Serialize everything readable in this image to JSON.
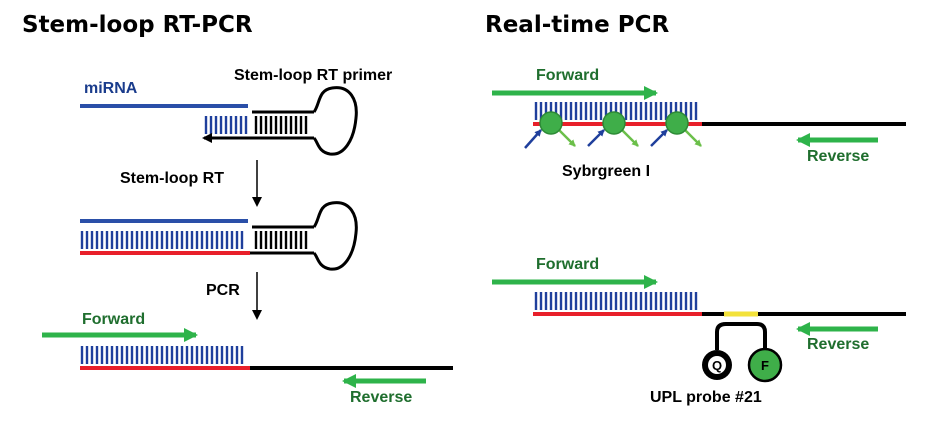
{
  "titles": {
    "left": "Stem-loop RT-PCR",
    "right": "Real-time PCR"
  },
  "labels": {
    "mirna": "miRNA",
    "stem_loop_rt_primer": "Stem-loop RT primer",
    "stem_loop_rt": "Stem-loop RT",
    "pcr": "PCR",
    "forward": "Forward",
    "reverse": "Reverse",
    "sybrgreen": "Sybrgreen I",
    "upl_probe": "UPL probe #21",
    "quencher": "Q",
    "fluorophore": "F"
  },
  "colors": {
    "mirna_strand": "#2a4fa8",
    "cdna_strand": "#e8202a",
    "primer_strand": "#000000",
    "hatch": "#1f3f9c",
    "arrow_primer": "#2eb34a",
    "label_blue": "#1a3c8c",
    "label_green": "#1f6e2e",
    "sybr_green": "#3fae49",
    "probe_yellow": "#f3e23a"
  },
  "icons": {
    "step_arrow": "down-arrow-icon",
    "primer_arrow": "right-arrow-icon",
    "reverse_arrow": "left-arrow-icon"
  }
}
